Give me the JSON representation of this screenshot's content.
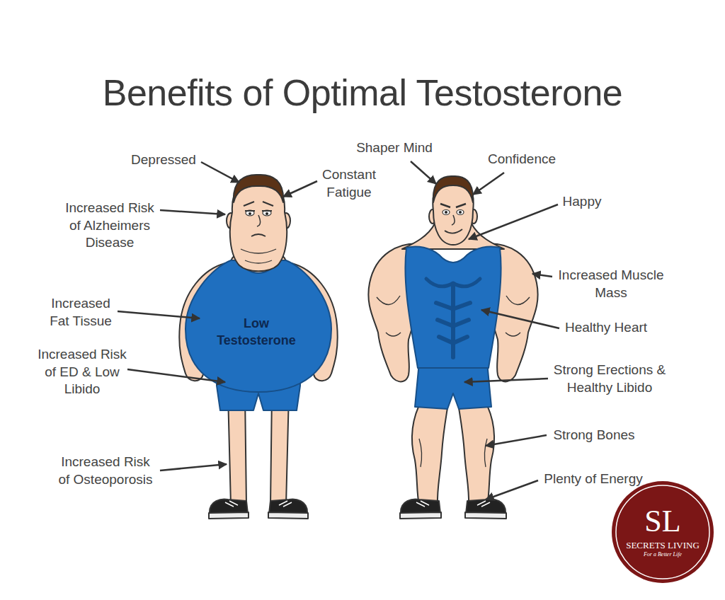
{
  "diagram": {
    "title": "Benefits of Optimal Testosterone",
    "nodes": [
      {
        "text": [
          "SL",
          "SECRETS LIVING",
          "For a Better Life"
        ]
      }
    ],
    "labels": [
      "Depressed",
      "Constant Fatigue",
      "Shaper Mind",
      "Confidence",
      "Increased Risk of Alzheimers Disease",
      "Happy",
      "Increased Muscle Mass",
      "Increased Fat Tissue",
      "Low Testosterone",
      "Healthy Heart",
      "Increased Risk of ED & Low Libido",
      "Strong Erections & Healthy Libido",
      "Strong Bones",
      "Increased Risk of Osteoporosis",
      "Plenty of Energy"
    ]
  }
}
